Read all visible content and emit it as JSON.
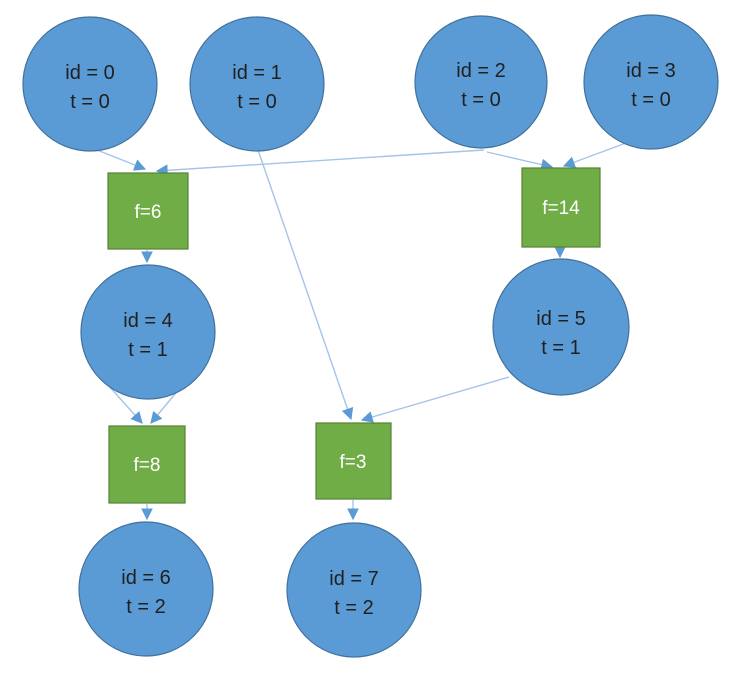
{
  "diagram": {
    "type": "dag",
    "background": "#ffffff",
    "colors": {
      "node_fill": "#5b9bd5",
      "node_border": "#41719c",
      "op_fill": "#70ad47",
      "op_border": "#548235",
      "edge_line": "#a5c4e7",
      "arrowhead": "#5b9bd5",
      "node_text": "#202020",
      "op_text": "#ffffff"
    },
    "nodes": [
      {
        "name": "node-0",
        "id_label": "id = 0",
        "t_label": "t = 0"
      },
      {
        "name": "node-1",
        "id_label": "id = 1",
        "t_label": "t = 0"
      },
      {
        "name": "node-2",
        "id_label": "id = 2",
        "t_label": "t = 0"
      },
      {
        "name": "node-3",
        "id_label": "id = 3",
        "t_label": "t = 0"
      },
      {
        "name": "node-4",
        "id_label": "id = 4",
        "t_label": "t = 1"
      },
      {
        "name": "node-5",
        "id_label": "id = 5",
        "t_label": "t = 1"
      },
      {
        "name": "node-6",
        "id_label": "id = 6",
        "t_label": "t = 2"
      },
      {
        "name": "node-7",
        "id_label": "id = 7",
        "t_label": "t = 2"
      }
    ],
    "ops": [
      {
        "name": "op-f6",
        "label": "f=6"
      },
      {
        "name": "op-f14",
        "label": "f=14"
      },
      {
        "name": "op-f8",
        "label": "f=8"
      },
      {
        "name": "op-f3",
        "label": "f=3"
      }
    ],
    "edges": [
      {
        "from": "node-0",
        "to": "op-f6"
      },
      {
        "from": "node-2",
        "to": "op-f6"
      },
      {
        "from": "node-2",
        "to": "op-f14"
      },
      {
        "from": "node-3",
        "to": "op-f14"
      },
      {
        "from": "op-f6",
        "to": "node-4"
      },
      {
        "from": "op-f14",
        "to": "node-5"
      },
      {
        "from": "node-4",
        "to": "op-f8"
      },
      {
        "from": "node-4",
        "to": "op-f8"
      },
      {
        "from": "node-1",
        "to": "op-f3"
      },
      {
        "from": "node-5",
        "to": "op-f3"
      },
      {
        "from": "op-f8",
        "to": "node-6"
      },
      {
        "from": "op-f3",
        "to": "node-7"
      }
    ]
  }
}
